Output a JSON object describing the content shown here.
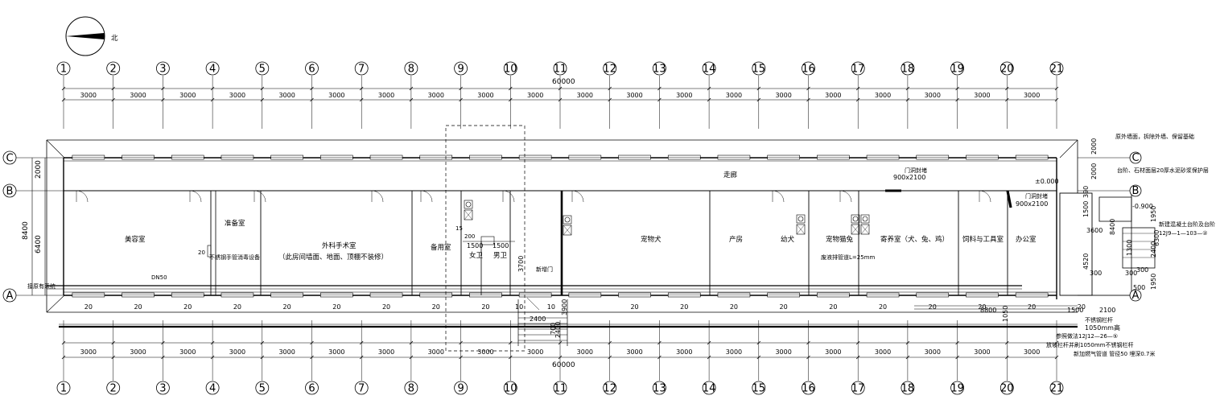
{
  "north_label": "北",
  "axes_numbers": [
    "1",
    "2",
    "3",
    "4",
    "5",
    "6",
    "7",
    "8",
    "9",
    "10",
    "11",
    "12",
    "13",
    "14",
    "15",
    "16",
    "17",
    "18",
    "19",
    "20",
    "21"
  ],
  "axes_letters": [
    "C",
    "B",
    "A"
  ],
  "total_length": "60000",
  "bay_dims_top": [
    "3000",
    "3000",
    "3000",
    "3000",
    "3000",
    "3000",
    "3000",
    "3000",
    "3000",
    "3000",
    "3000",
    "3000",
    "3000",
    "3000",
    "3000",
    "3000",
    "3000",
    "3000",
    "3000",
    "3000"
  ],
  "bay_dims_bottom": [
    "3000",
    "3000",
    "3000",
    "3000",
    "3000",
    "3000",
    "3000",
    "3000",
    "3000",
    "3000",
    "3000",
    "3000",
    "3000",
    "3000",
    "3000",
    "3000",
    "3000",
    "3000",
    "3000",
    "3000"
  ],
  "left_dims": {
    "total": "8400",
    "upper": "2000",
    "lower": "6400"
  },
  "window_dims": [
    "20",
    "20",
    "20",
    "20",
    "20",
    "20",
    "20",
    "20",
    "20",
    "10",
    "10",
    "20",
    "20",
    "20",
    "20",
    "20",
    "20",
    "20",
    "20",
    "20",
    "20"
  ],
  "rooms": [
    {
      "id": "beauty",
      "label": "美容室"
    },
    {
      "id": "prep",
      "label": "准备室"
    },
    {
      "id": "surgery",
      "label": "外科手术室"
    },
    {
      "id": "surgery-note",
      "label": "（此房间墙面、地面、顶棚不装修）"
    },
    {
      "id": "bedding",
      "label": "备用室"
    },
    {
      "id": "women-wc",
      "label": "女卫"
    },
    {
      "id": "men-wc",
      "label": "男卫"
    },
    {
      "id": "pet-dog",
      "label": "宠物犬"
    },
    {
      "id": "maternity",
      "label": "产房"
    },
    {
      "id": "puppy",
      "label": "幼犬"
    },
    {
      "id": "pet-cat-rabbit",
      "label": "宠物猫兔"
    },
    {
      "id": "breeding",
      "label": "寄养室（犬、兔、鸡）"
    },
    {
      "id": "feed-tools",
      "label": "饲料与工具室"
    },
    {
      "id": "office",
      "label": "办公室"
    },
    {
      "id": "corridor",
      "label": "走廊"
    }
  ],
  "annotations": {
    "stainless_sink": "不锈钢手管消毒设备",
    "dn50": "DN50",
    "connect_drain": "接原有系统",
    "dim_20": "20",
    "dim_15": "15",
    "dim_200": "200",
    "wc_1500a": "1500",
    "wc_1500b": "1500",
    "dim_3700": "3700",
    "new_door": "新增门",
    "drain_pipe": "废液排管道L=25mm",
    "door_note": "门洞封堵",
    "door_size": "900x2100",
    "door_note2": "门洞封堵",
    "door_size2": "900x2100",
    "elevation_0": "±0.000",
    "elevation_neg": "-0.900",
    "wall_note1": "原外墙面，拆除外墙、保留基础",
    "wall_note2": "台阶、石材面层20厚水泥砂浆保护层",
    "stair_note1": "新建混凝土台阶及台阶",
    "stair_note2": "12J9—1—103—②",
    "railing_note": "不锈钢栏杆",
    "railing_h": "1050mm高",
    "ref_note": "参照做法12J12—26—⑤",
    "railing_note2": "放坡栏杆并刷1050mm不锈钢栏杆",
    "gas_note": "新加燃气管道 管径50 埋深0.7米"
  },
  "right_dims": {
    "d2000": "2000",
    "d1500": "1500",
    "d390": "390",
    "d8400": "8400",
    "d3600": "3600",
    "d4520": "4520",
    "d300a": "300",
    "d300b": "300",
    "d500": "500",
    "d1950a": "1950",
    "d2400": "2400",
    "d6300": "6300",
    "d1300": "1300",
    "d300c": "300",
    "d1950b": "1950",
    "d1500b": "1500",
    "d2100": "2100",
    "d8800": "8800",
    "d1050": "1050"
  },
  "step_dims": {
    "w2400": "2400",
    "d3900": "3900",
    "d2400v": "2400",
    "d7000": "700",
    "d1500": "1500"
  }
}
